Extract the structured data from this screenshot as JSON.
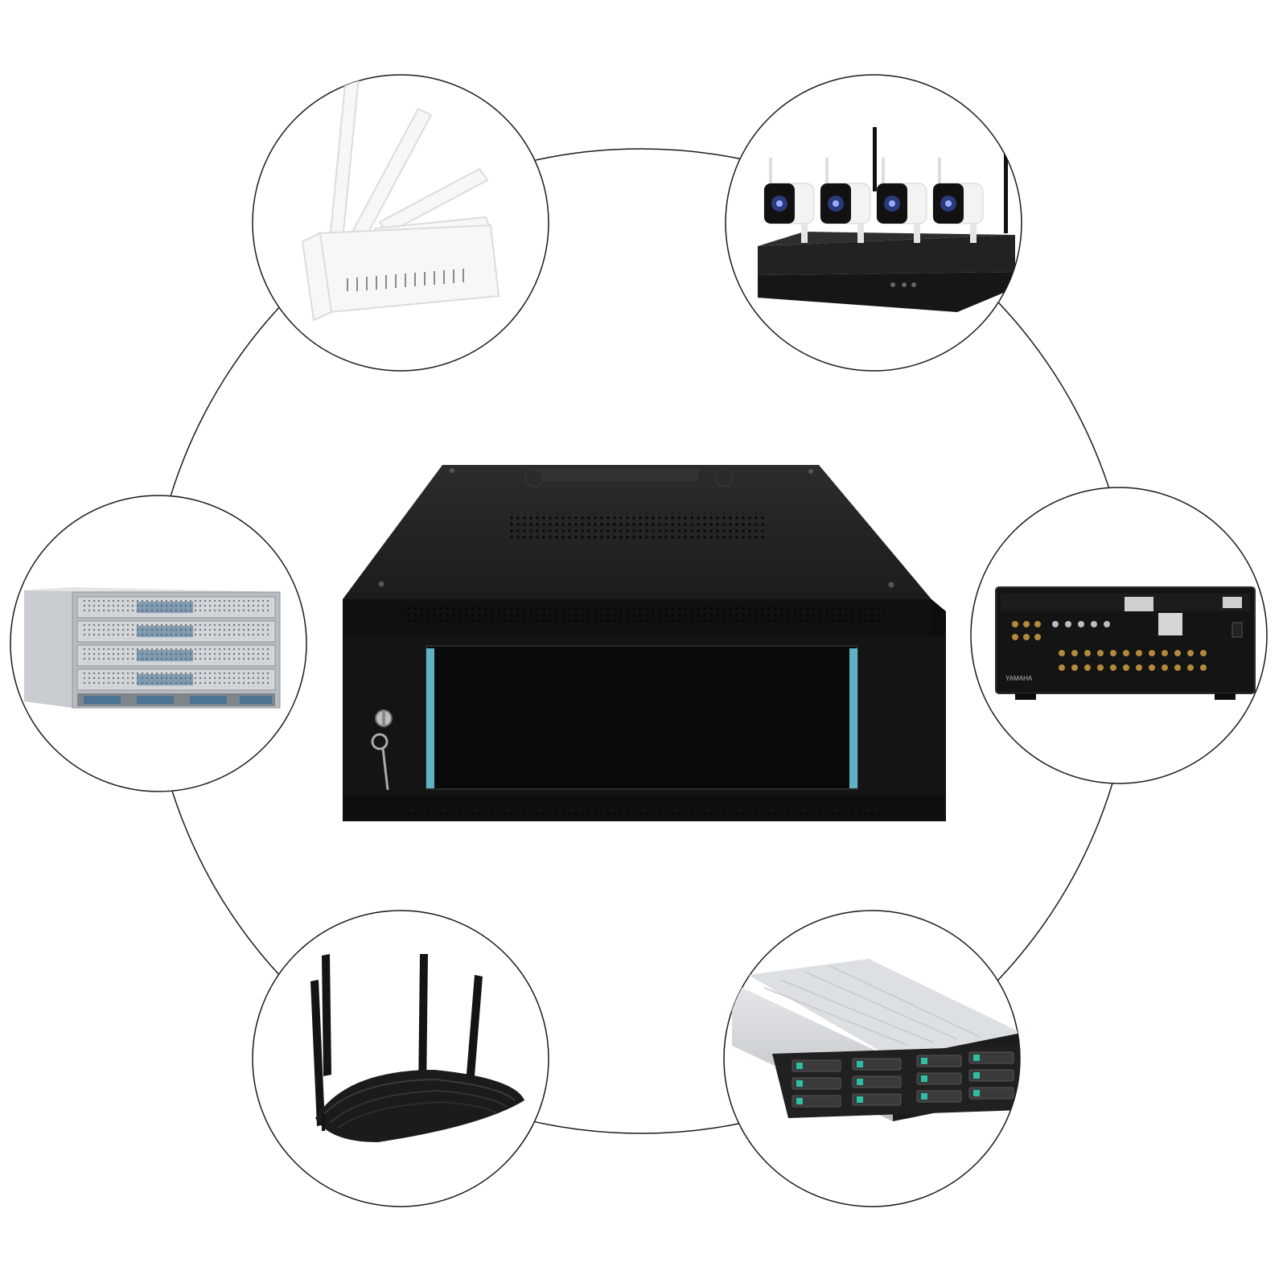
{
  "palette": {
    "background": "#ffffff",
    "ring": "#1a1a1a",
    "cabinet": "#161616",
    "cabinet_top": "#2a2a2a",
    "glass_edge": "#6fd0e6"
  },
  "receiver": {
    "brand_text": "YAMAHA"
  },
  "devices": [
    {
      "id": "wifi-router-white",
      "icon": "white-router-icon"
    },
    {
      "id": "nvr-camera-kit",
      "icon": "security-camera-kit-icon"
    },
    {
      "id": "av-receiver",
      "icon": "av-receiver-icon"
    },
    {
      "id": "storage-server",
      "icon": "storage-server-icon"
    },
    {
      "id": "wifi-router-black",
      "icon": "black-router-icon"
    },
    {
      "id": "blade-server",
      "icon": "blade-server-icon"
    }
  ]
}
